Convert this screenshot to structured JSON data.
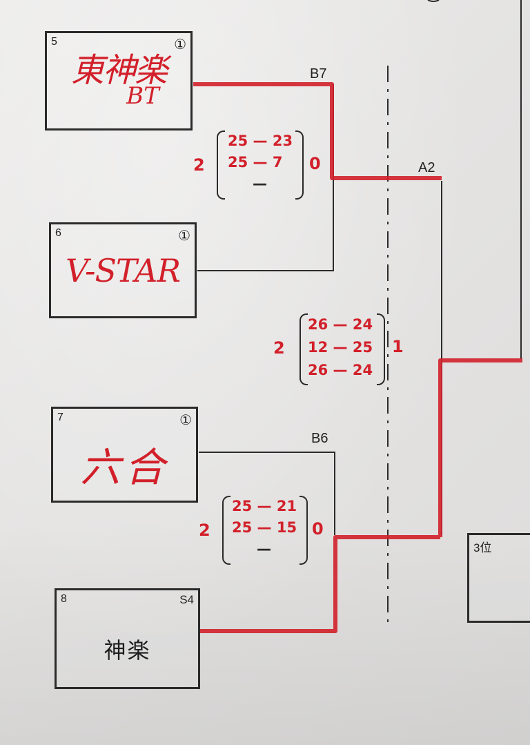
{
  "teams": [
    {
      "seed": "5",
      "rank": "①",
      "name": "東神楽BT",
      "name_line1": "東神楽",
      "name_line2": "BT"
    },
    {
      "seed": "6",
      "rank": "①",
      "name": "V-STAR"
    },
    {
      "seed": "7",
      "rank": "①",
      "name": "六合"
    },
    {
      "seed": "8",
      "rank": "S4",
      "name": "神楽"
    }
  ],
  "matches": [
    {
      "code": "B7",
      "winner_sets": "2",
      "loser_sets": "0",
      "sets": [
        "25 — 23",
        "25 — 7",
        "—"
      ]
    },
    {
      "code": "B6",
      "winner_sets": "2",
      "loser_sets": "0",
      "sets": [
        "25 — 21",
        "25 — 15",
        "—"
      ]
    },
    {
      "code": "A2",
      "winner_sets": "2",
      "loser_sets": "1",
      "sets": [
        "26 — 24",
        "12 — 25",
        "26 — 24"
      ]
    }
  ],
  "third_place": {
    "label": "3位"
  },
  "colors": {
    "ink_red": "#d2202a",
    "print_black": "#222222",
    "paper": "#e6e5e4"
  }
}
